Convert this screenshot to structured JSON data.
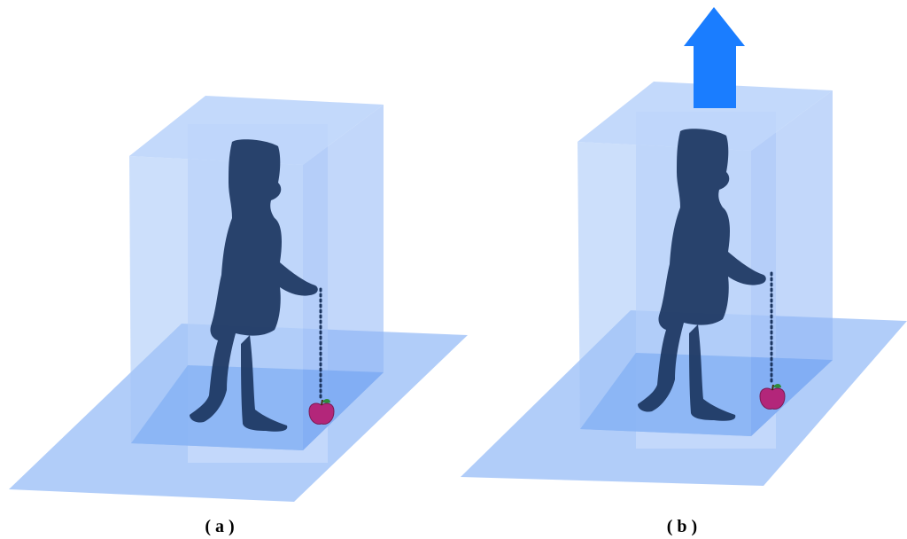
{
  "panels": [
    {
      "id": "a",
      "caption": "( a )",
      "arrow": false
    },
    {
      "id": "b",
      "caption": "( b )",
      "arrow": true
    }
  ],
  "colors": {
    "floor": "#a9c8f8",
    "box_back": "#cfe0fb",
    "box_side": "#8fb7f5",
    "box_front": "#a3c4f8",
    "box_top": "#b8d2fa",
    "box_floor": "#5c95ee",
    "silhouette": "#1b3560",
    "arrow": "#1a7dff",
    "apple": "#b3267a",
    "apple_leaf": "#2e8b3d",
    "dots": "#1b3560"
  },
  "icons": {
    "person": "child-silhouette-icon",
    "apple": "apple-icon",
    "arrow": "up-arrow-icon"
  }
}
